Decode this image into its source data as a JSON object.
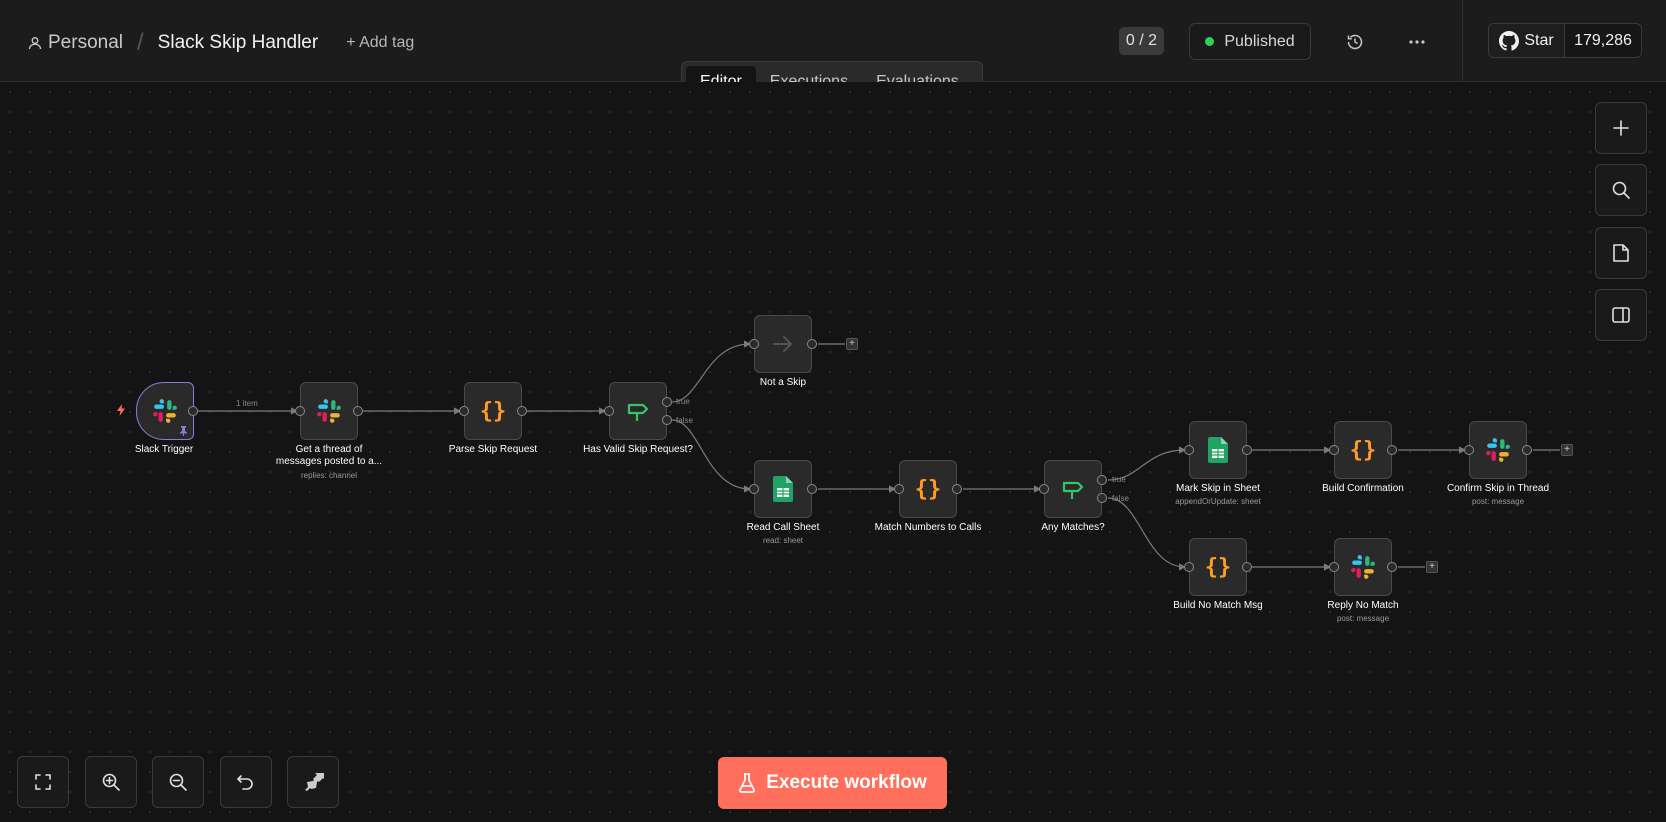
{
  "header": {
    "project": "Personal",
    "separator": "/",
    "workflow_title": "Slack Skip Handler",
    "add_tag": "+ Add tag",
    "counter": "0 / 2",
    "status": "Published",
    "status_color": "#2fd05a",
    "github": {
      "star_label": "Star",
      "star_count": "179,286"
    }
  },
  "tabs": [
    {
      "label": "Editor",
      "active": true
    },
    {
      "label": "Executions",
      "active": false
    },
    {
      "label": "Evaluations",
      "active": false
    }
  ],
  "nodes": {
    "slack_trigger": {
      "label": "Slack Trigger",
      "icon": "slack-icon"
    },
    "get_thread": {
      "label_line1": "Get a thread of",
      "label_line2": "messages posted to a...",
      "subtitle": "replies: channel",
      "icon": "slack-icon"
    },
    "parse_skip": {
      "label": "Parse Skip Request",
      "icon": "code-braces-icon"
    },
    "has_valid_skip": {
      "label": "Has Valid Skip Request?",
      "icon": "if-signpost-icon"
    },
    "not_a_skip": {
      "label": "Not a Skip",
      "icon": "arrow-right-icon"
    },
    "read_call_sheet": {
      "label": "Read Call Sheet",
      "subtitle": "read: sheet",
      "icon": "google-sheets-icon"
    },
    "match_numbers": {
      "label": "Match Numbers to Calls",
      "icon": "code-braces-icon"
    },
    "any_matches": {
      "label": "Any Matches?",
      "icon": "if-signpost-icon"
    },
    "mark_skip": {
      "label": "Mark Skip in Sheet",
      "subtitle": "appendOrUpdate: sheet",
      "icon": "google-sheets-icon"
    },
    "build_confirmation": {
      "label": "Build Confirmation",
      "icon": "code-braces-icon"
    },
    "confirm_skip": {
      "label": "Confirm Skip in Thread",
      "subtitle": "post: message",
      "icon": "slack-icon"
    },
    "build_no_match": {
      "label": "Build No Match Msg",
      "icon": "code-braces-icon"
    },
    "reply_no_match": {
      "label": "Reply No Match",
      "subtitle": "post: message",
      "icon": "slack-icon"
    }
  },
  "edge_labels": {
    "trigger_to_thread": "1 item",
    "if_true": "true",
    "if_false": "false"
  },
  "toolbar": {
    "execute_label": "Execute workflow",
    "accent": "#ff6f5c"
  }
}
